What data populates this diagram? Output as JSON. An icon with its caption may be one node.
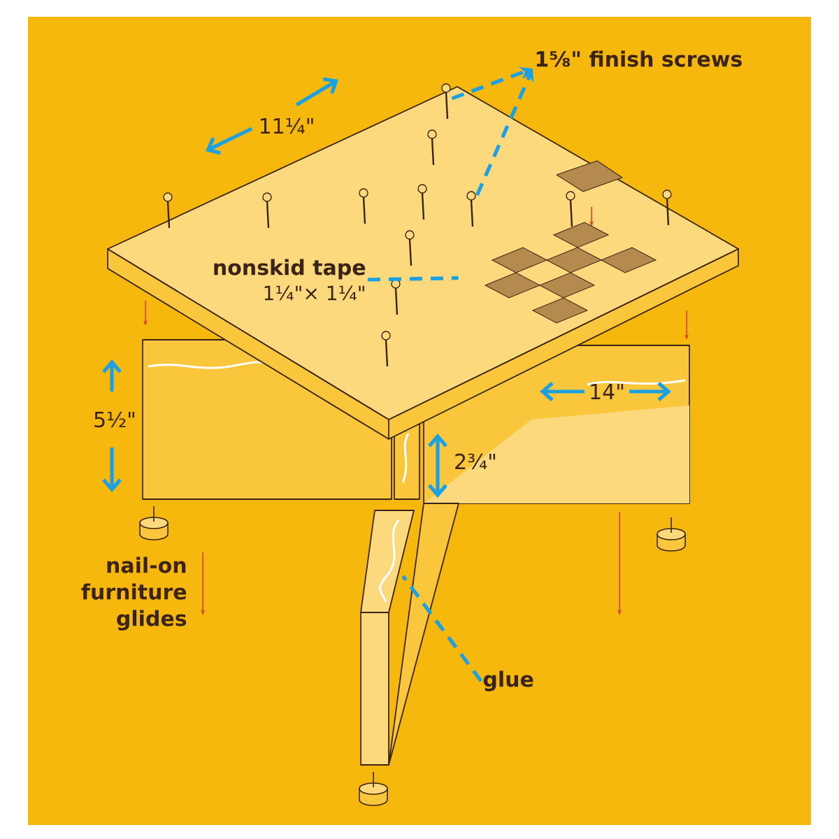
{
  "diagram": {
    "nodes": [
      {
        "text": [
          "1⅝\" finish screws"
        ]
      },
      {
        "text": [],
        "shape": "picture"
      },
      {
        "text": [],
        "shape": "picture"
      },
      {
        "text": [
          "nonskid tape",
          "1¼\"× 1¼\""
        ]
      },
      {
        "text": [],
        "shape": "picture"
      },
      {
        "text": [
          "glue"
        ]
      },
      {
        "text": [],
        "shape": "picture"
      }
    ],
    "edges": [
      {
        "from": 1,
        "to": 0,
        "arrow": "to",
        "style": "dashed"
      },
      {
        "from": 2,
        "to": 0,
        "arrow": "to",
        "style": "dashed"
      },
      {
        "from": 3,
        "to": 4,
        "arrow": "none",
        "style": "dashed"
      },
      {
        "from": 5,
        "to": 6,
        "arrow": "none",
        "style": "dashed"
      }
    ],
    "labels": [
      "11¼\"",
      "5½\"",
      "14\"",
      "2¾\"",
      "nail-on furniture glides"
    ]
  }
}
